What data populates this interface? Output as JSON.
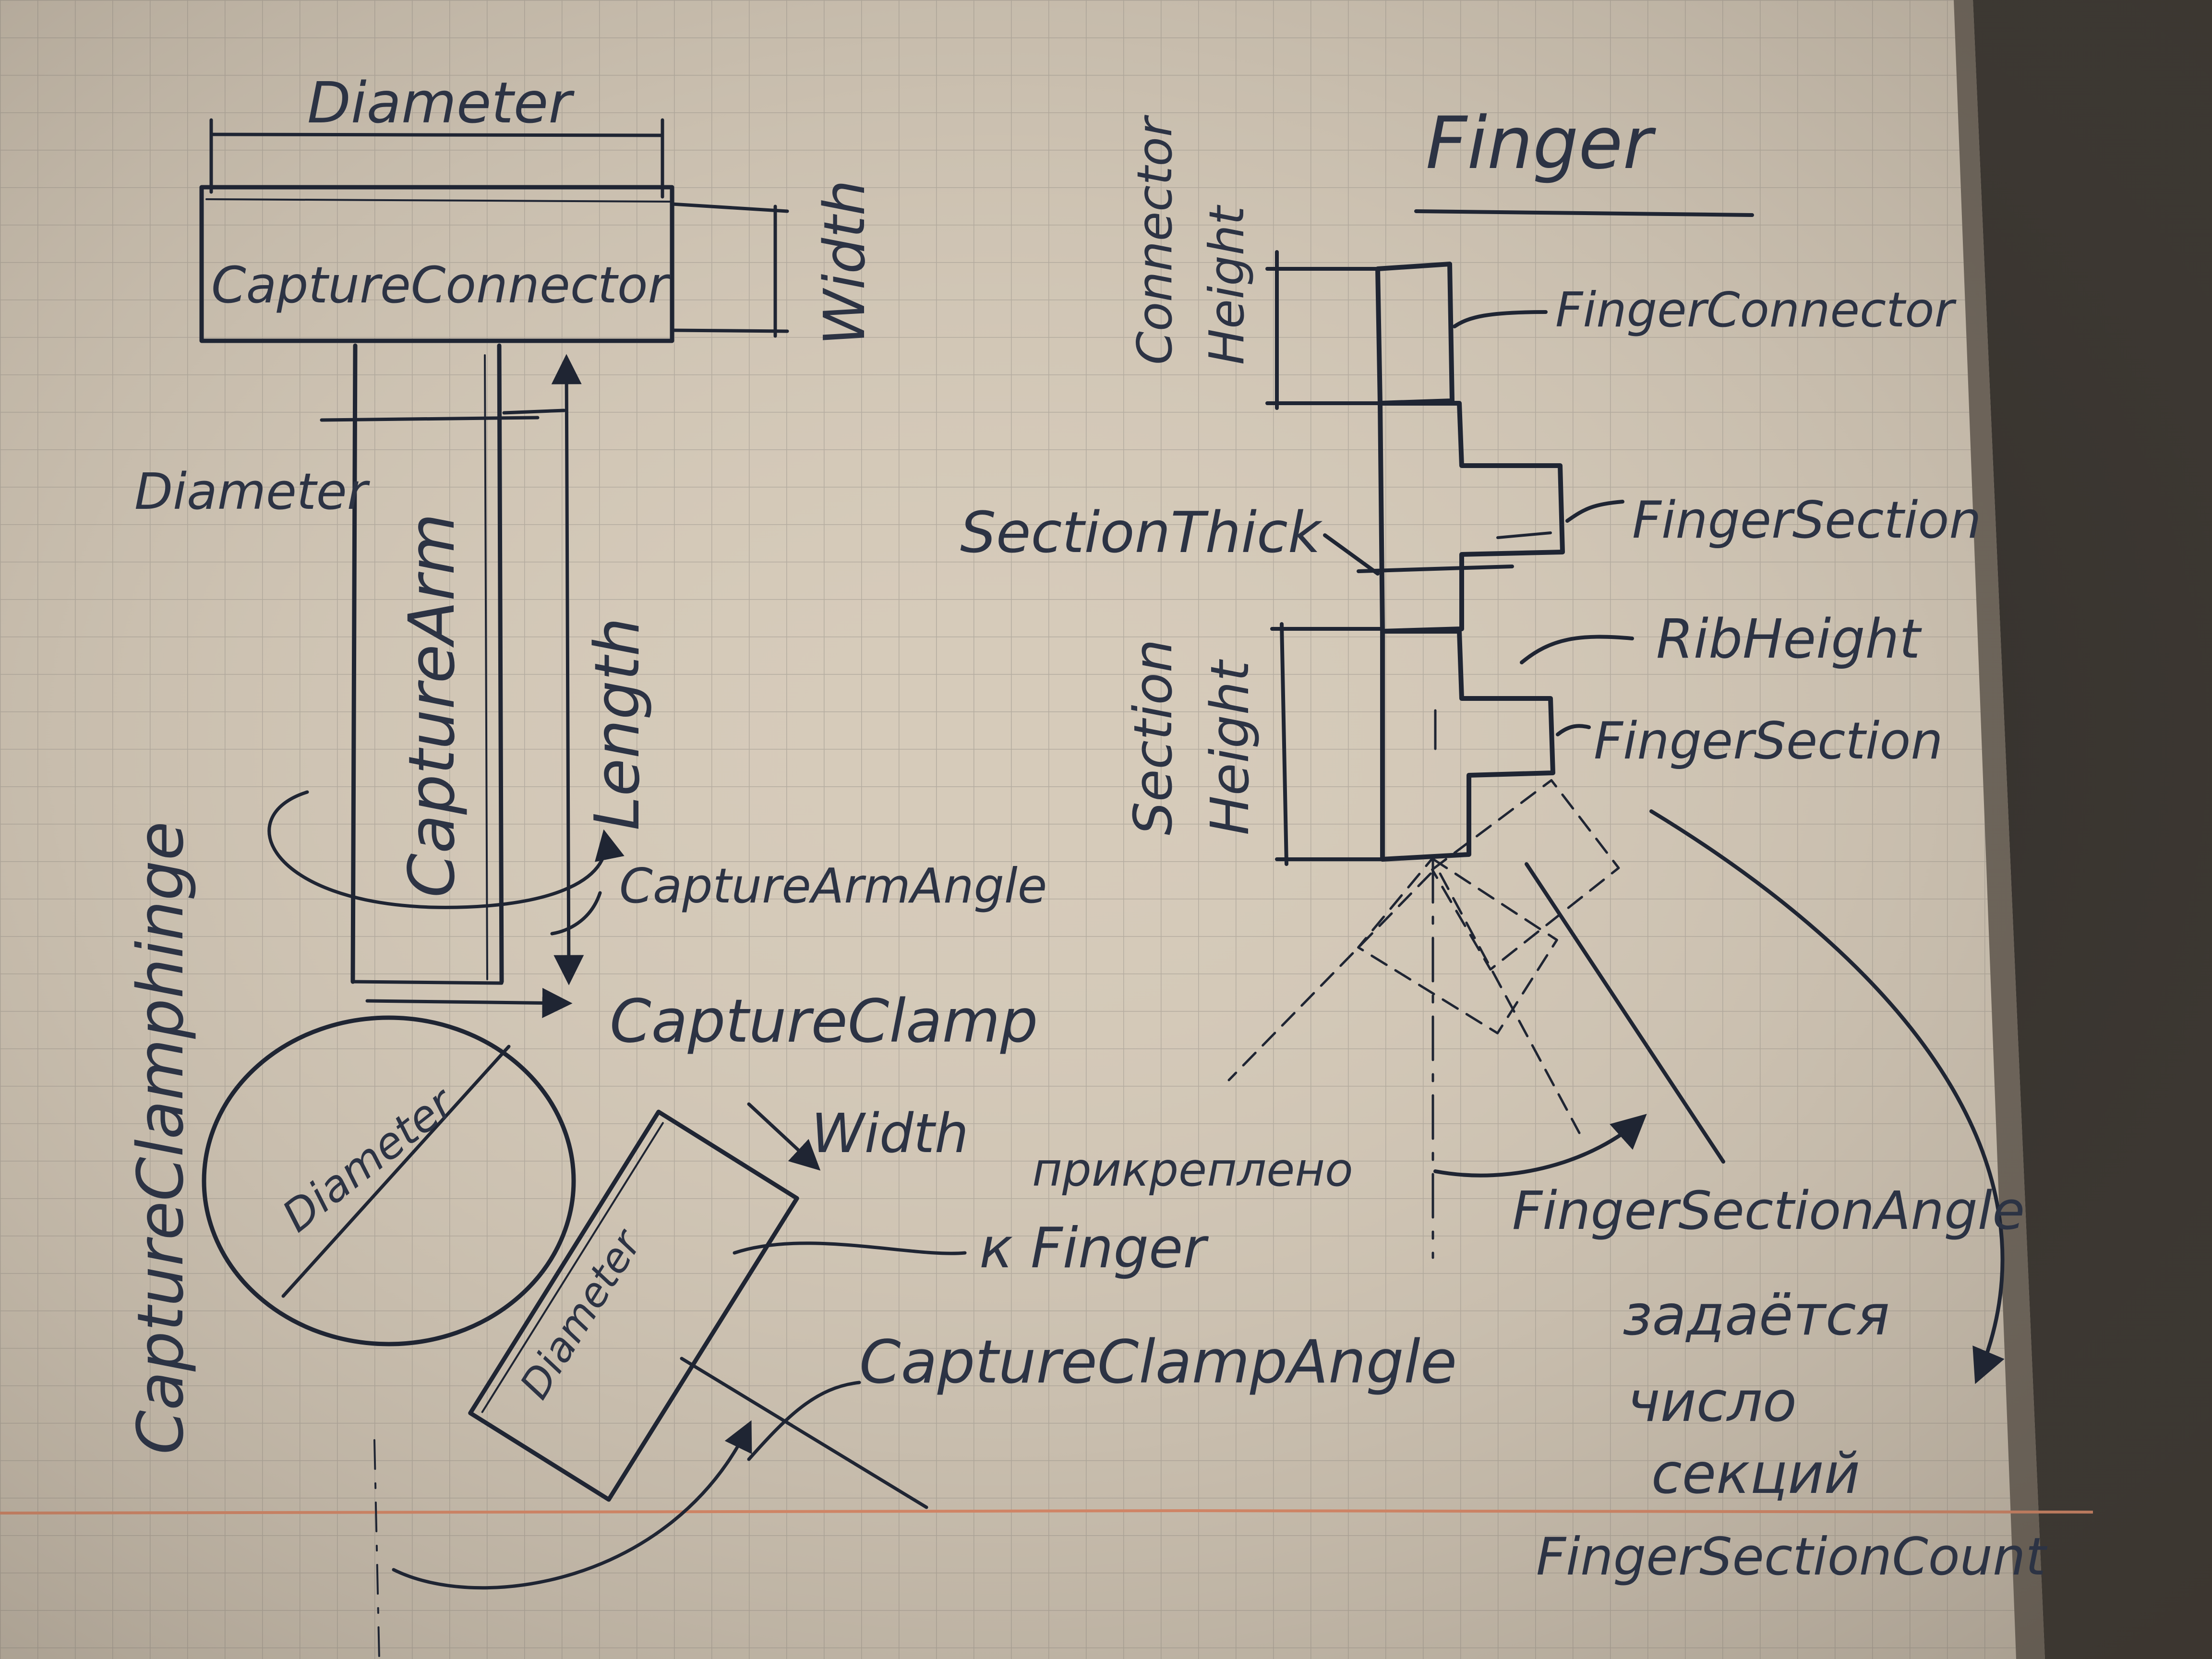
{
  "colors": {
    "paper": "#d8cdbd",
    "grid": "#b9b1a6",
    "ink": "#1f2533",
    "margin_line": "#e07a55",
    "background": "#1a1816"
  },
  "left": {
    "connector": {
      "name": "CaptureConnector",
      "dim_diameter": "Diameter",
      "dim_width": "Width"
    },
    "arm": {
      "name": "CaptureArm",
      "dim_diameter": "Diameter",
      "dim_length": "Length",
      "angle": "CaptureArmAngle"
    },
    "hinge": {
      "name": "CaptureClamphinge",
      "dim_diameter": "Diameter"
    },
    "clamp": {
      "name": "CaptureClamp",
      "dim_diameter": "Diameter",
      "dim_width": "Width",
      "angle": "CaptureClampAngle"
    },
    "note_line1": "прикреплено",
    "note_line2": "к Finger"
  },
  "right": {
    "title": "Finger",
    "connector_height": [
      "Connector",
      "Height"
    ],
    "finger_connector": "FingerConnector",
    "finger_section_1": "FingerSection",
    "section_thick": "SectionThick",
    "rib_height": "RibHeight",
    "section_height": [
      "Section",
      "Height"
    ],
    "finger_section_2": "FingerSection",
    "section_angle": "FingerSectionAngle",
    "note": [
      "задаётся",
      "число",
      "секций"
    ],
    "section_count": "FingerSectionCount"
  }
}
